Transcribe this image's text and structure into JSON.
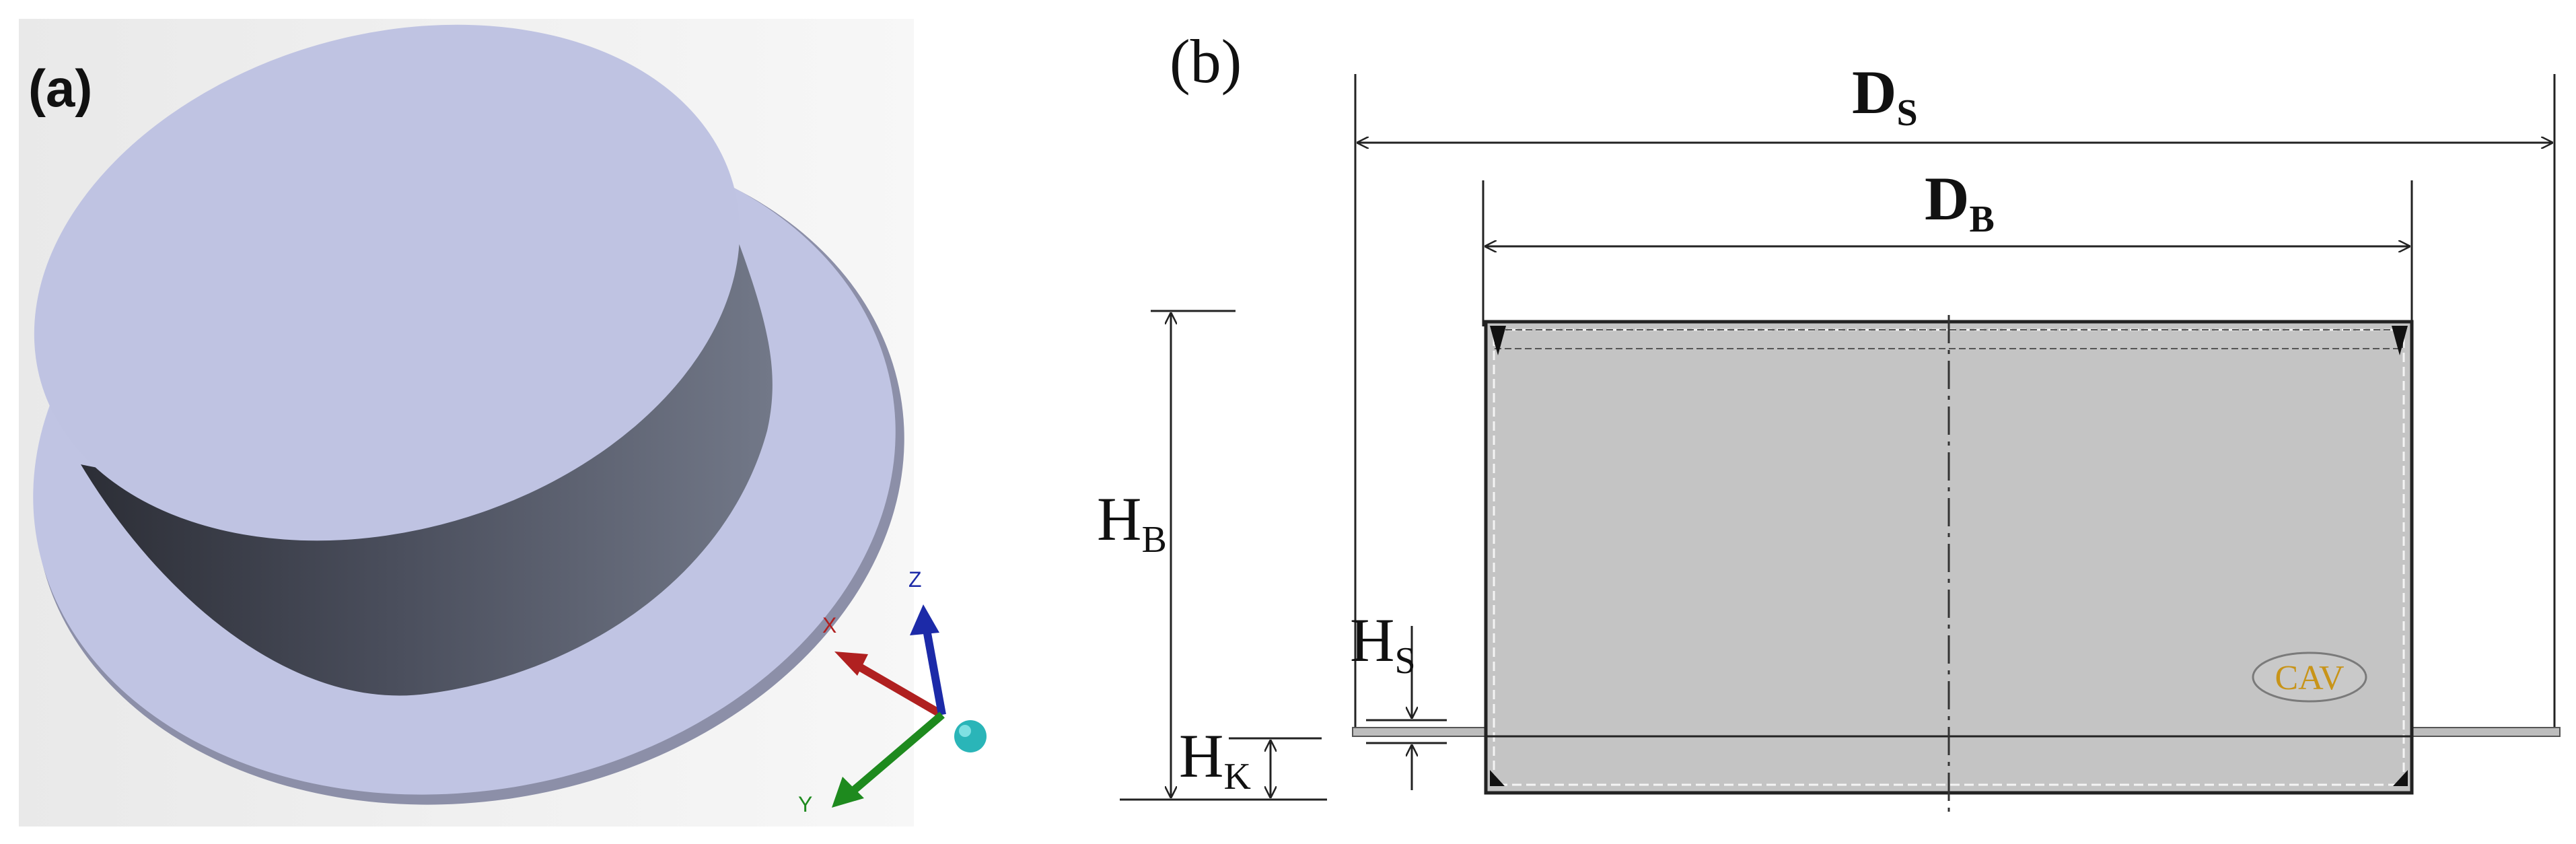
{
  "panel_a": {
    "label": "(a)",
    "axes": {
      "x": "X",
      "y": "Y",
      "z": "Z"
    },
    "colors": {
      "disc_face": "#bfc3e2",
      "wall_dark": "#3a3d48",
      "wall_light": "#6b7080",
      "axis_x": "#b02020",
      "axis_y": "#1e8a1e",
      "axis_z": "#1c2aa8",
      "origin_ball": "#2ab5b8"
    }
  },
  "panel_b": {
    "label": "(b)",
    "dims": {
      "ds": {
        "main": "D",
        "sub": "S"
      },
      "db": {
        "main": "D",
        "sub": "B"
      },
      "hb": {
        "main": "H",
        "sub": "B"
      },
      "hs": {
        "main": "H",
        "sub": "S"
      },
      "hk": {
        "main": "H",
        "sub": "K"
      }
    },
    "cav_label": "CAV",
    "colors": {
      "tank_fill": "#c4c4c4",
      "cav_text": "#c89418",
      "slab": "#bdbdbd"
    }
  }
}
